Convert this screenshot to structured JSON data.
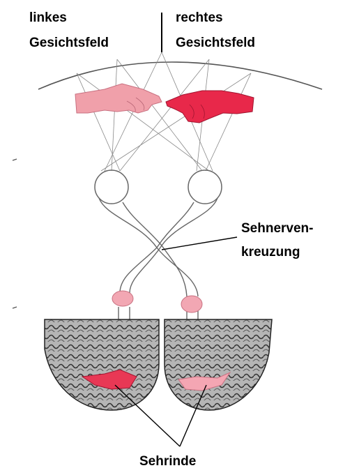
{
  "labels": {
    "left_field_line1": "linkes",
    "left_field_line2": "Gesichtsfeld",
    "right_field_line1": "rechtes",
    "right_field_line2": "Gesichtsfeld",
    "chiasm_line1": "Sehnerven-",
    "chiasm_line2": "kreuzung",
    "visual_cortex": "Sehrinde"
  },
  "colors": {
    "left_hand": "#f0a0aa",
    "right_hand": "#e8284a",
    "lgn": "#f2a7b3",
    "cortex_left_highlight": "#e83855",
    "cortex_right_highlight": "#f4a6b3",
    "lines": "#555555",
    "brain_fill": "#8a8a8a"
  }
}
